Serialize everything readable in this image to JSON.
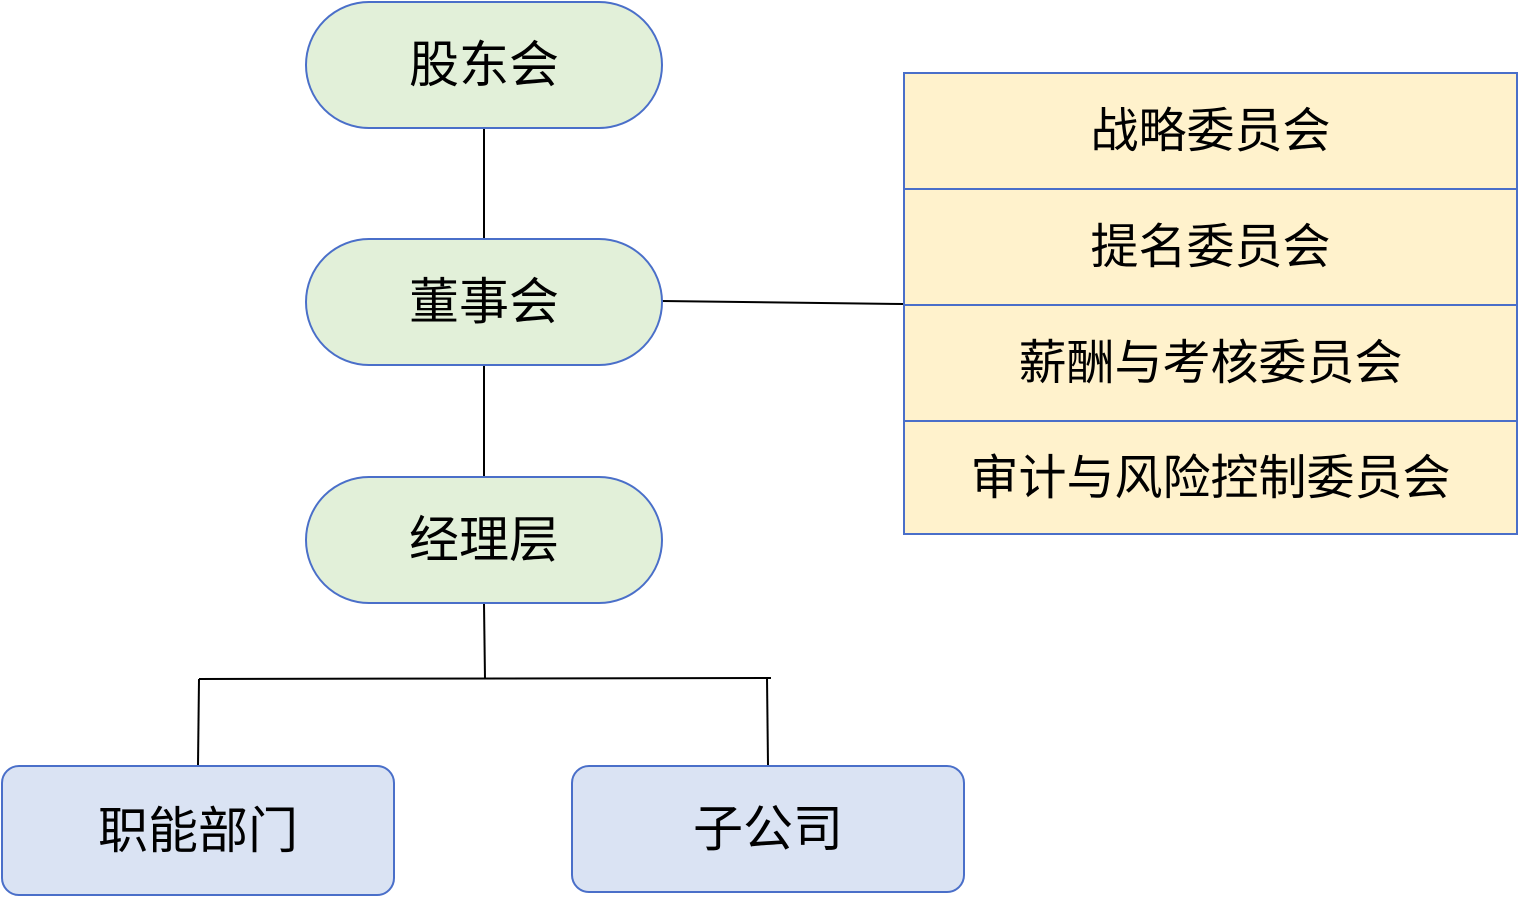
{
  "diagram": {
    "top_chain": [
      {
        "id": "shareholders",
        "label": "股东会"
      },
      {
        "id": "board",
        "label": "董事会"
      },
      {
        "id": "management",
        "label": "经理层"
      }
    ],
    "subordinates": [
      {
        "id": "functional-departments",
        "label": "职能部门"
      },
      {
        "id": "subsidiaries",
        "label": "子公司"
      }
    ],
    "committees": [
      {
        "id": "strategy",
        "label": "战略委员会"
      },
      {
        "id": "nomination",
        "label": "提名委员会"
      },
      {
        "id": "compensation",
        "label": "薪酬与考核委员会"
      },
      {
        "id": "audit-risk",
        "label": "审计与风险控制委员会"
      }
    ],
    "colors": {
      "pill_fill": "#e2f0d9",
      "committee_fill": "#fff2cc",
      "subordinate_fill": "#dae3f3",
      "border": "#4a6fc9",
      "connector": "#000000"
    }
  }
}
